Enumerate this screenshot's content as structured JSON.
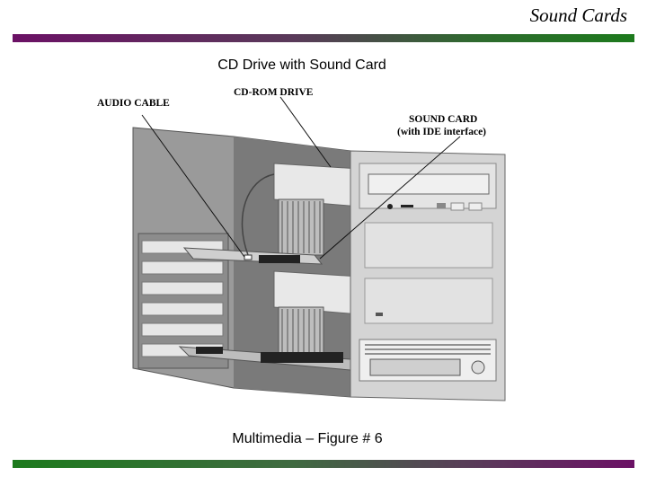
{
  "header": {
    "title": "Sound Cards"
  },
  "figure": {
    "heading": "CD Drive with Sound Card",
    "labels": {
      "audio_cable": "AUDIO CABLE",
      "cdrom_drive": "CD-ROM DRIVE",
      "sound_card_line1": "SOUND CARD",
      "sound_card_line2": "(with IDE interface)"
    },
    "caption": "Multimedia – Figure # 6"
  },
  "colors": {
    "bar_purple": "#6b1165",
    "bar_green": "#1d7a1d"
  }
}
